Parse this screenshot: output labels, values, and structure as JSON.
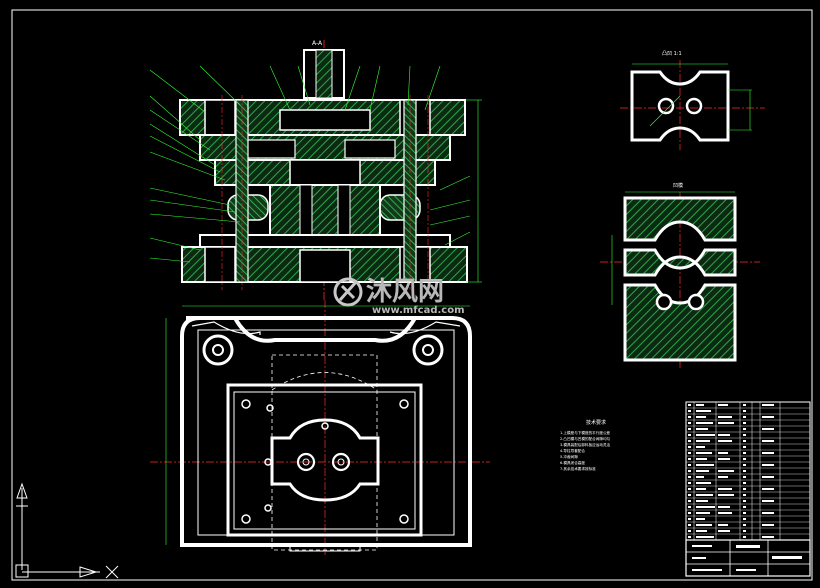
{
  "drawing": {
    "section_label": "A-A",
    "top_right_label": "凸凹 1:1",
    "mid_right_label": "凹模",
    "notes_title": "技术要求",
    "notes": [
      "1.上模座与下模座的平行度公差",
      "2.凸凹模与凹模的配合间隙均匀",
      "3.模具装配后卸料板应运动灵活",
      "4.导柱导套配合",
      "5.冲裁间隙",
      "6.模具闭合高度",
      "7.其余技术要求按标准"
    ]
  },
  "watermark": {
    "main": "沐风网",
    "url": "www.mfcad.com"
  },
  "colors": {
    "background": "#000000",
    "outline": "#ffffff",
    "hatch": "#2aa84a",
    "center_line": "#ff2a2a",
    "dimension": "#33ff33",
    "watermark": "#b8b8b8"
  },
  "icons": [
    "ucs-axis-icon",
    "ucs-y-arrow-icon",
    "x-axis-icon",
    "grid-cell-icon"
  ]
}
